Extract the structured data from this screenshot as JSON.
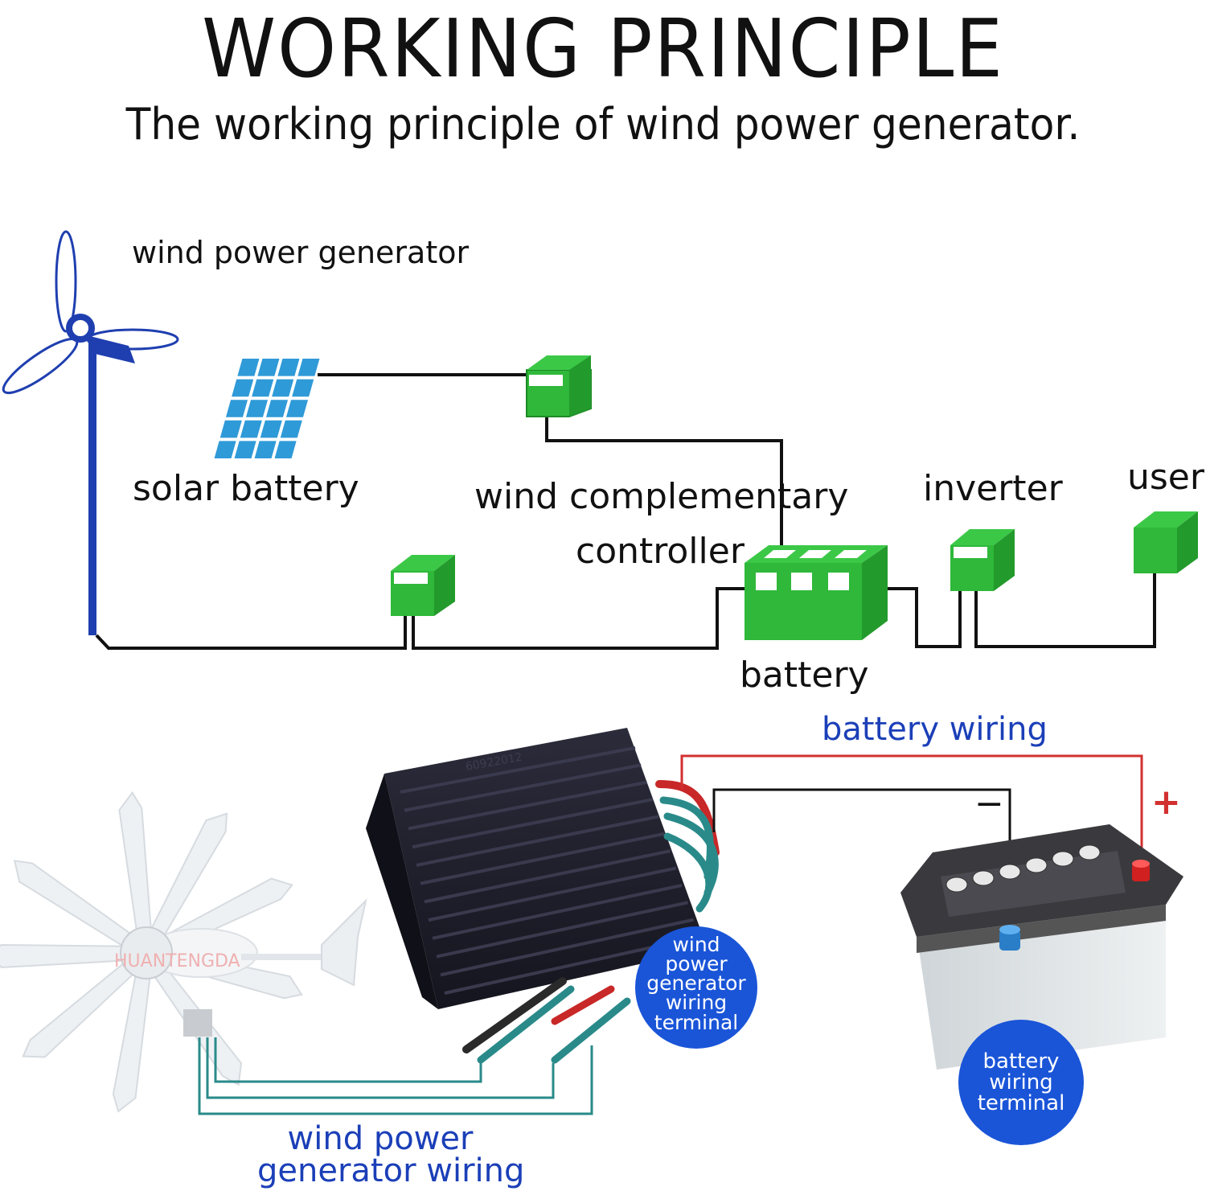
{
  "title": "WORKING PRINCIPLE",
  "subtitle": "The working principle of wind power generator.",
  "diagram": {
    "wind_power_generator": "wind power generator",
    "solar_battery": "solar battery",
    "controller_line1": "wind complementary",
    "controller_line2": "controller",
    "inverter": "inverter",
    "user": "user",
    "battery": "battery"
  },
  "photo": {
    "battery_wiring": "battery wiring",
    "minus": "−",
    "plus": "+",
    "wind_terminal": [
      "wind",
      "power",
      "generator",
      "wiring",
      "terminal"
    ],
    "battery_terminal": [
      "battery",
      "wiring",
      "terminal"
    ],
    "wind_wiring_line1": "wind power",
    "wind_wiring_line2": "generator wiring",
    "watermark": "HUANTENGDA"
  },
  "colors": {
    "box_green": "#2fb83a",
    "turbine_blue": "#1f3fb0",
    "panel_blue": "#2f9ad8",
    "label_blue": "#1b3fb8",
    "wire_red": "#d23030",
    "circle_blue": "#1a55d8",
    "wire_teal": "#2a8a8a"
  }
}
